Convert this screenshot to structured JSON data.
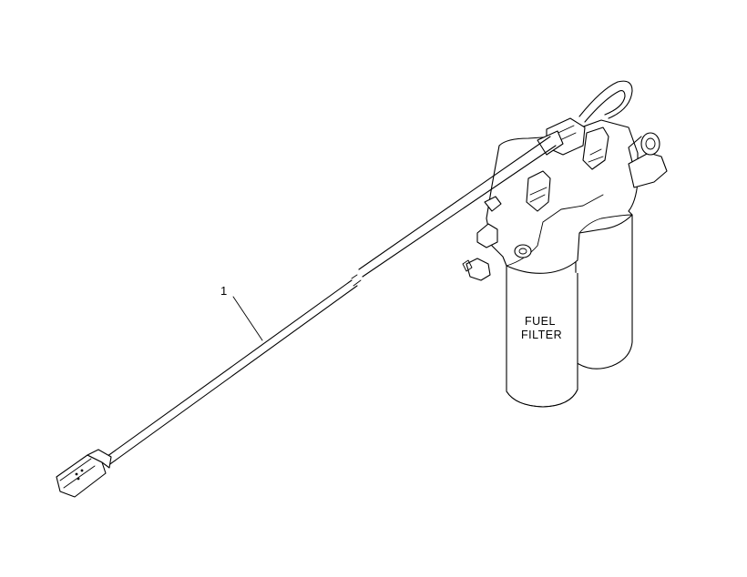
{
  "callouts": [
    {
      "number": "1"
    }
  ],
  "labels": {
    "filter_line1": "FUEL",
    "filter_line2": "FILTER"
  }
}
